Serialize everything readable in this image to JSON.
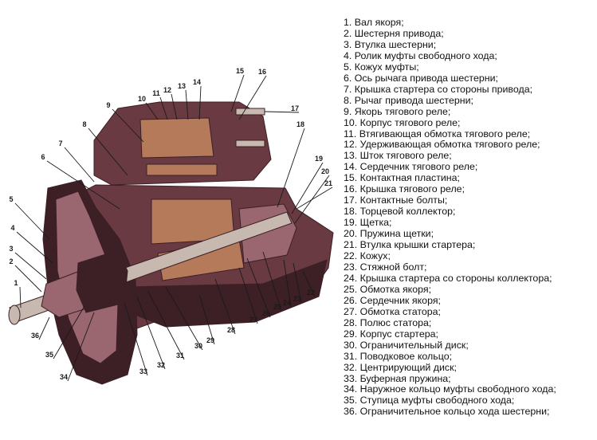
{
  "palette": {
    "body": "#6a3a42",
    "body_dark": "#3d1f26",
    "body_light": "#9a6670",
    "shaft": "#c7b9b0",
    "copper": "#b47a5a",
    "background": "#ffffff"
  },
  "parts": [
    {
      "num": "1",
      "label": "1. Вал якоря;"
    },
    {
      "num": "2",
      "label": "2. Шестерня привода;"
    },
    {
      "num": "3",
      "label": "3. Втулка шестерни;"
    },
    {
      "num": "4",
      "label": "4. Ролик муфты свободного хода;"
    },
    {
      "num": "5",
      "label": "5. Кожух муфты;"
    },
    {
      "num": "6",
      "label": "6. Ось рычага привода шестерни;"
    },
    {
      "num": "7",
      "label": "7. Крышка стартера со стороны привода;"
    },
    {
      "num": "8",
      "label": "8. Рычаг привода шестерни;"
    },
    {
      "num": "9",
      "label": "9. Якорь тягового реле;"
    },
    {
      "num": "10",
      "label": "10. Корпус тягового реле;"
    },
    {
      "num": "11",
      "label": "11. Втягивающая обмотка тягового реле;"
    },
    {
      "num": "12",
      "label": "12. Удерживающая обмотка тягового реле;"
    },
    {
      "num": "13",
      "label": "13. Шток тягового реле;"
    },
    {
      "num": "14",
      "label": "14. Сердечник тягового реле;"
    },
    {
      "num": "15",
      "label": "15. Контактная пластина;"
    },
    {
      "num": "16",
      "label": "16. Крышка тягового реле;"
    },
    {
      "num": "17",
      "label": "17. Контактные болты;"
    },
    {
      "num": "18",
      "label": "18. Торцевой коллектор;"
    },
    {
      "num": "19",
      "label": "19. Щетка;"
    },
    {
      "num": "20",
      "label": "20. Пружина щетки;"
    },
    {
      "num": "21",
      "label": "21. Втулка крышки стартера;"
    },
    {
      "num": "22",
      "label": "22. Кожух;"
    },
    {
      "num": "23",
      "label": "23. Стяжной болт;"
    },
    {
      "num": "24",
      "label": "24. Крышка стартера со стороны коллектора;"
    },
    {
      "num": "25",
      "label": "25. Обмотка якоря;"
    },
    {
      "num": "26",
      "label": "26. Сердечник якоря;"
    },
    {
      "num": "27",
      "label": "27. Обмотка статора;"
    },
    {
      "num": "28",
      "label": "28. Полюс статора;"
    },
    {
      "num": "29",
      "label": "29. Корпус стартера;"
    },
    {
      "num": "30",
      "label": "30. Ограничительный диск;"
    },
    {
      "num": "31",
      "label": "31. Поводковое кольцо;"
    },
    {
      "num": "32",
      "label": "32. Центрирующий диск;"
    },
    {
      "num": "33",
      "label": "33. Буферная пружина;"
    },
    {
      "num": "34",
      "label": "34. Наружное кольцо муфты свободного хода;"
    },
    {
      "num": "35",
      "label": "35. Ступица муфты свободного хода;"
    },
    {
      "num": "36",
      "label": "36. Ограничительное кольцо хода шестерни;"
    }
  ]
}
